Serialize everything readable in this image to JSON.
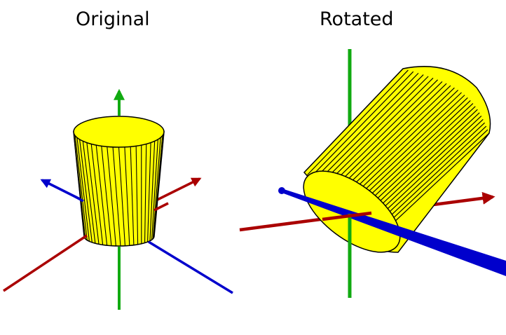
{
  "panels": [
    {
      "title": "Original"
    },
    {
      "title": "Rotated"
    }
  ],
  "colors": {
    "x_axis": "#aa0000",
    "y_axis": "#11aa11",
    "z_axis": "#0000cc",
    "cylinder_fill": "#ffff00",
    "cylinder_edge": "#000000"
  },
  "cylinder": {
    "facets": 48
  }
}
